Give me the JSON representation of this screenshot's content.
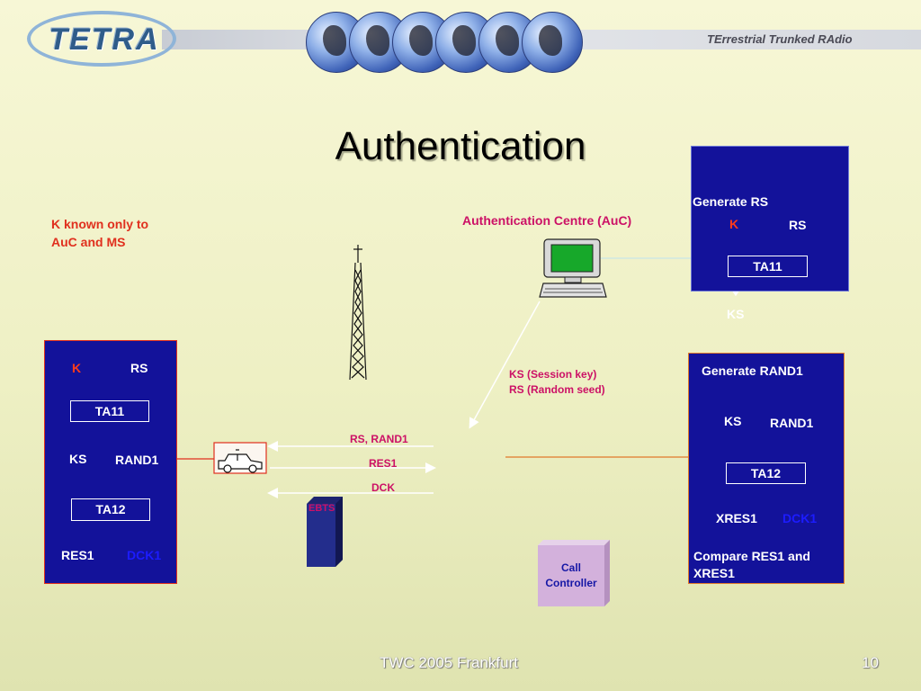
{
  "banner": {
    "logo_text": "TETRA",
    "subtitle": "TErrestrial Trunked RAdio"
  },
  "title": "Authentication",
  "note": [
    "K known only to",
    "AuC and MS"
  ],
  "auc": {
    "label": "Authentication Centre (AuC)",
    "panel": {
      "generate": "Generate RS",
      "k": "K",
      "rs": "RS",
      "ta11": "TA11",
      "ks": "KS"
    }
  },
  "keys_note": [
    "KS (Session key)",
    "RS (Random seed)"
  ],
  "ms_panel": {
    "k": "K",
    "rs": "RS",
    "ta11": "TA11",
    "ks": "KS",
    "rand1": "RAND1",
    "ta12": "TA12",
    "res1": "RES1",
    "dck1": "DCK1"
  },
  "base_panel": {
    "generate": "Generate RAND1",
    "ks": "KS",
    "rand1": "RAND1",
    "ta12": "TA12",
    "xres1": "XRES1",
    "dck1": "DCK1",
    "compare": [
      "Compare RES1 and",
      "XRES1"
    ]
  },
  "messages": {
    "m1": "RS, RAND1",
    "m2": "RES1",
    "m3": "DCK"
  },
  "ebts": "EBTS",
  "call_controller": [
    "Call",
    "Controller"
  ],
  "footer": {
    "text": "TWC 2005 Frankfurt",
    "page": "10"
  },
  "colors": {
    "panel": "#13129a",
    "red": "#e0301e",
    "magenta": "#cc1166",
    "dck_blue": "#1c1cff"
  }
}
